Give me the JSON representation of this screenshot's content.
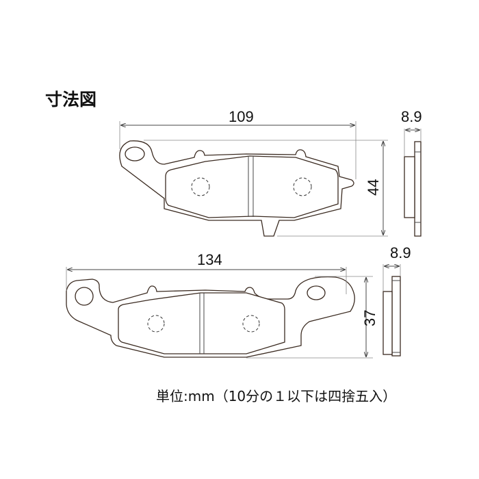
{
  "title": "寸法図",
  "pad_top": {
    "length": "109",
    "height": "44",
    "thickness": "8.9"
  },
  "pad_bottom": {
    "length": "134",
    "height": "37",
    "thickness": "8.9"
  },
  "note": "単位:mm（10分の１以下は四捨五入）",
  "colors": {
    "outline": "#3a2a20",
    "dimension": "#444444"
  }
}
